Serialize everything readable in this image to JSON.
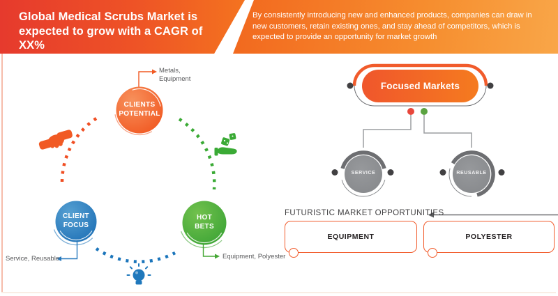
{
  "banner": {
    "title": "Global Medical Scrubs Market is expected to grow with a CAGR of XX%",
    "description": "By consistently introducing new and enhanced products, companies can draw in new customers, retain existing ones, and stay ahead of competitors, which is expected to provide an opportunity for market growth"
  },
  "cycle_diagram": {
    "nodes": [
      {
        "id": "clients-potential",
        "line1": "CLIENTS",
        "line2": "POTENTIAL",
        "callout": "Metals, Equipment",
        "color": "#f15a24"
      },
      {
        "id": "client-focus",
        "line1": "CLIENT",
        "line2": "FOCUS",
        "callout": "Service, Reusable",
        "color": "#2779bd"
      },
      {
        "id": "hot-bets",
        "line1": "HOT",
        "line2": "BETS",
        "callout": "Equipment, Polyester",
        "color": "#45a735"
      }
    ],
    "icons": [
      "handshake-icon",
      "money-hand-icon",
      "lightbulb-icon"
    ]
  },
  "market_tree": {
    "root_label": "Focused Markets",
    "branches": [
      {
        "label": "SERVICE",
        "dot_color": "#e8463b"
      },
      {
        "label": "REUSABLE",
        "dot_color": "#5ba341"
      }
    ]
  },
  "opportunities": {
    "heading": "FUTURISTIC MARKET OPPORTUNITIES",
    "items": [
      {
        "label": "EQUIPMENT"
      },
      {
        "label": "POLYESTER"
      }
    ]
  },
  "colors": {
    "banner_red": "#e63a2d",
    "banner_orange": "#f68e2f",
    "accent_orange": "#f15b2b",
    "node_blue": "#2779bd",
    "node_green": "#45a735",
    "node_gray": "#8b8d90",
    "arc_dark": "#6d6e71",
    "text_dark": "#414042",
    "text_gray": "#58595b"
  }
}
